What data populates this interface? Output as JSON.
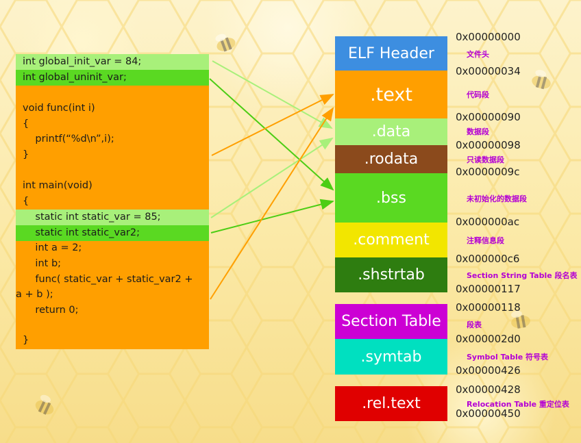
{
  "code_lines": [
    "int global_init_var = 84;",
    "int global_uninit_var;",
    "",
    "void func(int i)",
    "{",
    "    printf(“%d\\n”,i);",
    "}",
    "",
    "int main(void)",
    "{",
    "    static int static_var = 85;",
    "    static int static_var2;",
    "    int a = 2;",
    "    int b;",
    "    func( static_var + static_var2 +",
    "a + b );",
    "    return 0;",
    "",
    "}"
  ],
  "sections": [
    {
      "label": "ELF Header",
      "color": "#3d8ee0"
    },
    {
      "label": ".text",
      "color": "#ff9f00"
    },
    {
      "label": ".data",
      "color": "#a8f07a"
    },
    {
      "label": ".rodata",
      "color": "#8b4a1c"
    },
    {
      "label": ".bss",
      "color": "#5ad922"
    },
    {
      "label": ".comment",
      "color": "#f2e600"
    },
    {
      "label": ".shstrtab",
      "color": "#2e7d10"
    },
    {
      "label": "Section Table",
      "color": "#cc00d4"
    },
    {
      "label": ".symtab",
      "color": "#00e0c0"
    },
    {
      "label": ".rel.text",
      "color": "#e00000"
    }
  ],
  "addresses": [
    "0x00000000",
    "0x00000034",
    "0x00000090",
    "0x00000098",
    "0x0000009c",
    "0x000000ac",
    "0x000000c6",
    "0x00000117",
    "0x00000118",
    "0x000002d0",
    "0x00000426",
    "0x00000428",
    "0x00000450"
  ],
  "notes": [
    "文件头",
    "代码段",
    "数据段",
    "只读数据段",
    "未初始化的数据段",
    "注释信息段",
    "Section String Table 段名表",
    "段表",
    "Symbol Table 符号表",
    "Relocation Table 重定位表"
  ],
  "colors": {
    "code_bg": "#ff9f00",
    "init_highlight": "#a8f07a",
    "uninit_highlight": "#5ad922",
    "note_text": "#b400d4"
  }
}
